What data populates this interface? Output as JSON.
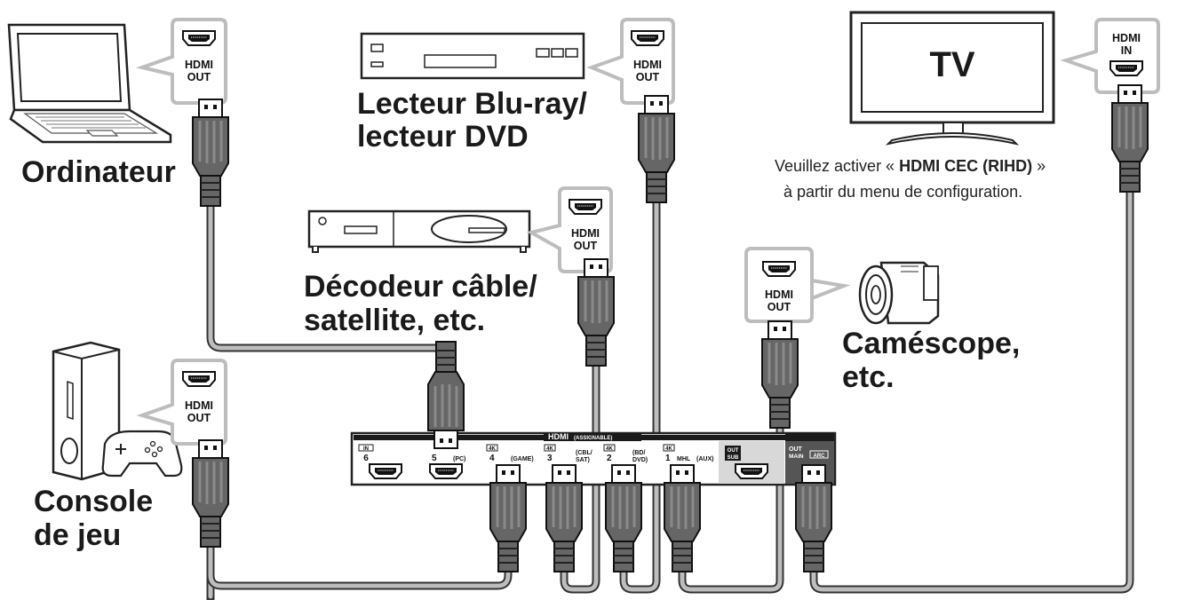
{
  "devices": {
    "computer": "Ordinateur",
    "bluray_line1": "Lecteur Blu-ray/",
    "bluray_line2": "lecteur DVD",
    "decoder_line1": "Décodeur câble/",
    "decoder_line2": "satellite, etc.",
    "camcorder_line1": "Caméscope,",
    "camcorder_line2": "etc.",
    "console_line1": "Console",
    "console_line2": "de jeu",
    "tv": "TV"
  },
  "connectors": {
    "hdmi": "HDMI",
    "out": "OUT",
    "in": "IN"
  },
  "note": {
    "line1_prefix": "Veuillez activer « ",
    "line1_bold": "HDMI CEC (RIHD)",
    "line1_suffix": " »",
    "line2": "à partir du menu de configuration."
  },
  "panel": {
    "title": "HDMI",
    "title_sub": "(ASSIGNABLE)",
    "badge_in": "IN",
    "badge_4k": "4K",
    "badge_arc": "ARC",
    "ports": {
      "p6": "6",
      "p5": "5",
      "p5_tag": "(PC)",
      "p4": "4",
      "p4_tag": "(GAME)",
      "p3": "3",
      "p3_tag1": "(CBL/",
      "p3_tag2": "SAT)",
      "p2": "2",
      "p2_tag1": "(BD/",
      "p2_tag2": "DVD)",
      "p1": "1",
      "p1_mhl": "MHL",
      "p1_tag": "(AUX)",
      "out": "OUT",
      "sub": "SUB",
      "main": "MAIN"
    }
  }
}
